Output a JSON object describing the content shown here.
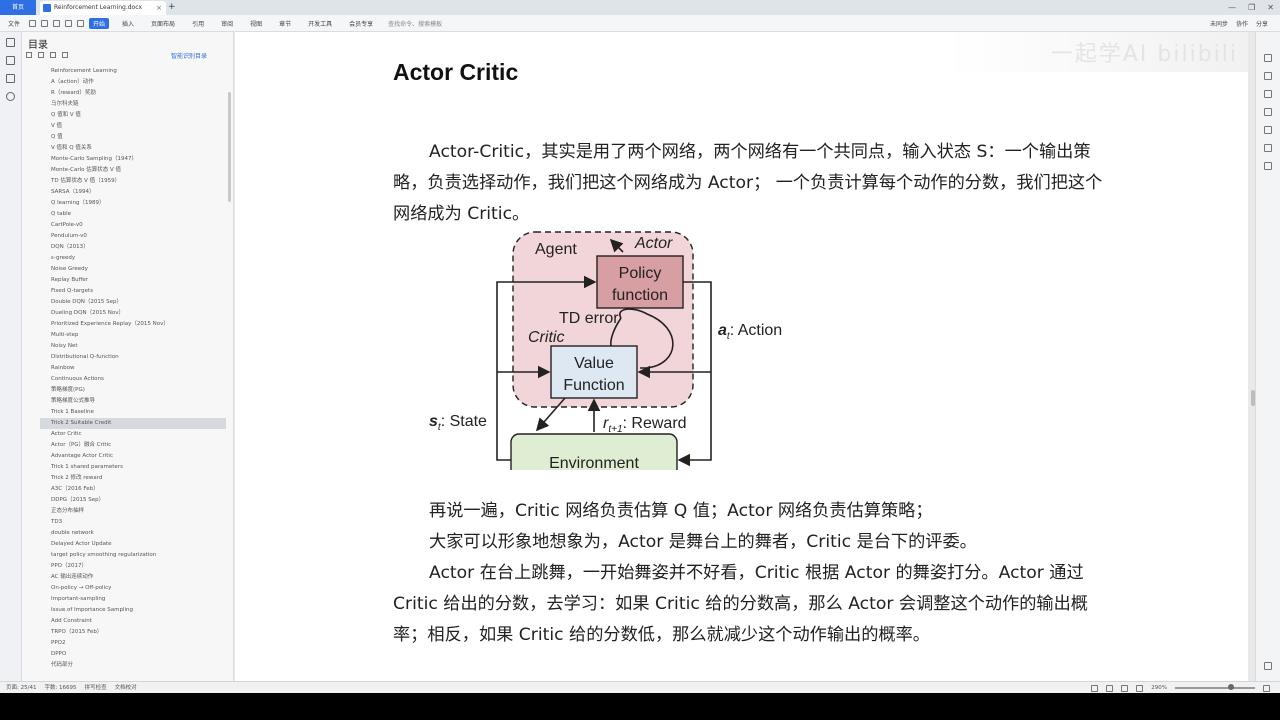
{
  "tabs": {
    "home_label": "首页",
    "doc_label": "Reinforcement Learning.docx",
    "close": "×",
    "new_tab": "+"
  },
  "window": {
    "minimize": "—",
    "restore": "❐",
    "close": "✕"
  },
  "menu": {
    "file_label": "文件",
    "items": [
      "开始",
      "插入",
      "页面布局",
      "引用",
      "审阅",
      "视图",
      "章节",
      "开发工具",
      "会员专享"
    ],
    "active_index": 0,
    "search": "查找命令、搜索模板",
    "right_items": [
      "未同步",
      "协作",
      "分享"
    ]
  },
  "sidebar": {
    "title": "目录",
    "smart_label": "智能识别目录",
    "items": [
      "Reinforcement Learning",
      "A（action）动作",
      "R（reward）奖励",
      "马尔科夫链",
      "Q 值和 V 值",
      "V 值",
      "Q 值",
      "V 值和 Q 值关系",
      "Monte-Carlo Sampling（1947）",
      "Monte-Carlo 估算状态 V 值",
      "TD 估算状态 V 值（1959）",
      "SARSA（1994）",
      "Q learning（1989）",
      "Q table",
      "CartPole-v0",
      "Pendulum-v0",
      "DQN（2013）",
      "ε-greedy",
      "Noise Greedy",
      "Replay Buffer",
      "Fixed Q-targets",
      "Double DQN（2015 Sep）",
      "Dueling DQN（2015 Nov）",
      "Prioritized Experience Replay（2015 Nov）",
      "Multi-step",
      "Noisy Net",
      "Distributional Q-function",
      "Rainbow",
      "Continuous Actions",
      "策略梯度(PG)",
      "策略梯度公式推导",
      "Trick 1 Baseline",
      "Trick 2 Suitable Credit",
      "Actor Critic",
      "Actor（PG）融合 Critic",
      "Advantage Actor Critic",
      "Trick 1 shared parameters",
      "Trick 2 修改 reward",
      "A3C（2016 Feb）",
      "DDPG（2015 Sep）",
      "正态分布抽样",
      "TD3",
      "double network",
      "Delayed Actor Update",
      "target policy smoothing regularization",
      "PPO（2017）",
      "AC 输出连续动作",
      "On-policy → Off-policy",
      "Important-sampling",
      "Issue of Importance Sampling",
      "Add Constraint",
      "TRPO（2015 Feb）",
      "PPO2",
      "DPPO",
      "代码部分"
    ],
    "selected_index": 32
  },
  "document": {
    "heading": "Actor Critic",
    "para1": "Actor-Critic，其实是用了两个网络，两个网络有一个共同点，输入状态 S：一个输出策略，负责选择动作，我们把这个网络成为 Actor； 一个负责计算每个动作的分数，我们把这个网络成为 Critic。",
    "para2": "再说一遍，Critic 网络负责估算 Q 值；Actor 网络负责估算策略；",
    "para3": "大家可以形象地想象为，Actor 是舞台上的舞者，Critic 是台下的评委。",
    "para4": "Actor 在台上跳舞，一开始舞姿并不好看，Critic 根据 Actor 的舞姿打分。Actor 通过 Critic 给出的分数，去学习：如果 Critic 给的分数高，那么 Actor 会调整这个动作的输出概率；相反，如果 Critic 给的分数低，那么就减少这个动作输出的概率。"
  },
  "diagram": {
    "agent": "Agent",
    "actor": "Actor",
    "policy_line1": "Policy",
    "policy_line2": "function",
    "td_error": "TD error",
    "critic": "Critic",
    "value_line1": "Value",
    "value_line2": "Function",
    "action_var": "a",
    "action_sub": "t",
    "action_text": ": Action",
    "state_var": "s",
    "state_sub": "t",
    "state_text": ": State",
    "reward_var": "r",
    "reward_sub": "t+1",
    "reward_text": ": Reward",
    "environment": "Environment",
    "colors": {
      "agent_fill": "#f1d5d9",
      "policy_fill": "#d79ea4",
      "value_fill": "#dde8f3",
      "env_fill": "#dfedd3"
    }
  },
  "watermark": "一起学AI bilibili",
  "status": {
    "page": "页面: 25/41",
    "words": "字数: 16695",
    "spell": "拼写检查",
    "proof": "文档校对",
    "zoom": "290%",
    "zoom_level": 0.72
  }
}
